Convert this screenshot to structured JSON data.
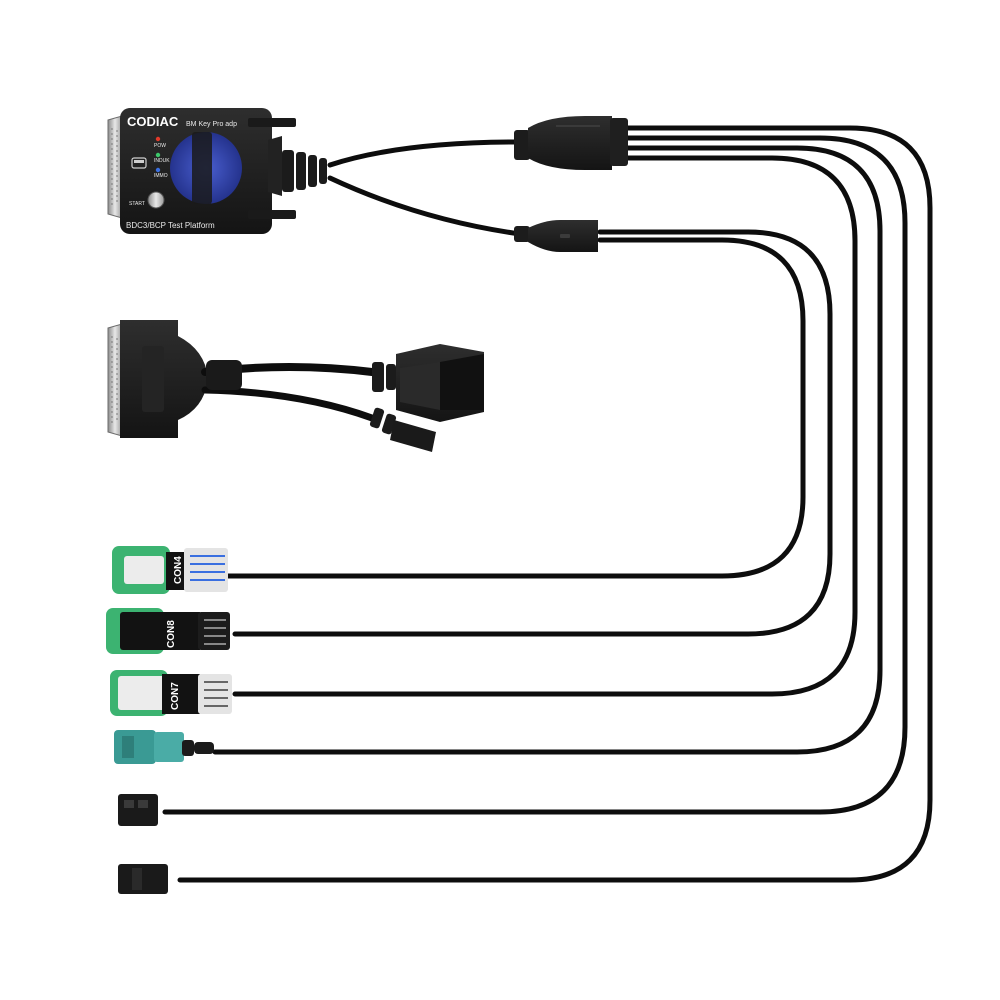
{
  "adapter": {
    "brand": "CODIAC",
    "model": "BM Key Pro adp",
    "platform": "BDC3/BCP Test Platform",
    "indicators": [
      "POW",
      "INDUK",
      "IMMO"
    ],
    "button_label": "START"
  },
  "connector_labels": [
    "CON4",
    "CON8",
    "CON7"
  ],
  "colors": {
    "background": "#ffffff",
    "cable": "#0d0d0d",
    "housing": "#1a1a1a",
    "green": "#3cb371",
    "teal": "#3a9a94",
    "blue_panel": "#2a3fa8",
    "led_red": "#e23a2a"
  }
}
